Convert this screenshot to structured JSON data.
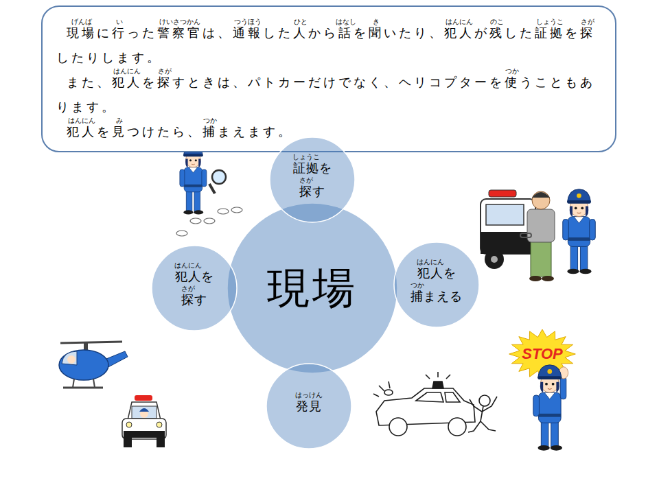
{
  "diagram": {
    "nodes": [
      {
        "text": [
          "現場に行った警察官は、通報した人から話を聞いたり、犯人が残した証拠を探したりします。",
          "また、犯人を探すときは、パトカーだけでなく、ヘリコプターを使うこともあります。",
          "犯人を見つけたら、捕まえます。"
        ]
      },
      {
        "text": [
          "現場"
        ]
      },
      {
        "text": [
          "証拠を 探す"
        ]
      },
      {
        "text": [
          "犯人を 捕まえる"
        ]
      },
      {
        "text": [
          "発見"
        ]
      },
      {
        "text": [
          "犯人を 探す"
        ]
      }
    ],
    "labels": [
      "げんば",
      "い",
      "けいさつかん",
      "つうほう",
      "ひと",
      "はなし",
      "き",
      "はんにん",
      "のこ",
      "しょうこ",
      "さが",
      "はんにん",
      "さが",
      "つか",
      "はんにん",
      "み",
      "つか",
      "しょうこ",
      "さが",
      "はんにん",
      "つか",
      "はっけん",
      "はんにん",
      "さが",
      "STOP"
    ]
  }
}
